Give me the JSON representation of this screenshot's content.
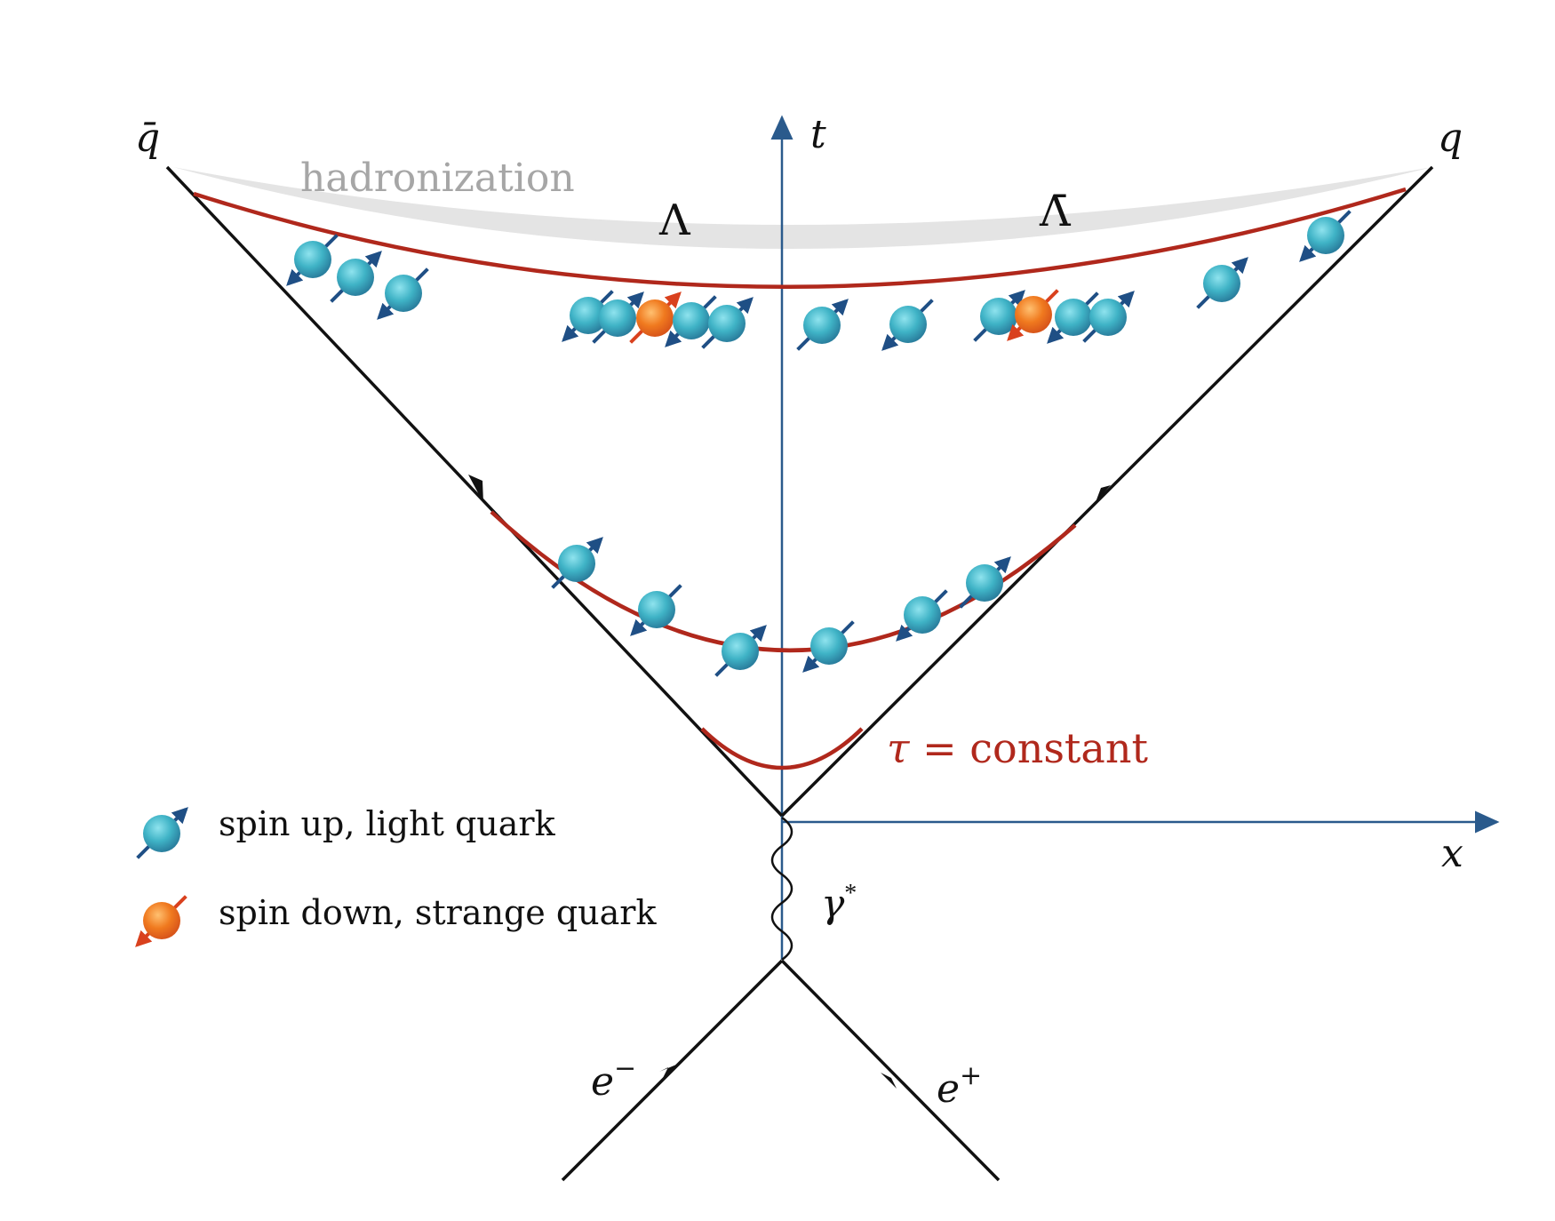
{
  "labels": {
    "qbar": "q̄",
    "q": "q",
    "t_axis": "t",
    "x_axis": "x",
    "hadronization": "hadronization",
    "lambda": "Λ",
    "lambda_bar": "Λ̄",
    "tau": "τ",
    "tau_eq": " = constant",
    "gamma": "γ",
    "gamma_sup": "*",
    "e_minus": "e",
    "e_minus_sup": "−",
    "e_plus": "e",
    "e_plus_sup": "+"
  },
  "legend": [
    {
      "kind": "light",
      "text": "spin up,  light quark"
    },
    {
      "kind": "strange",
      "text": "spin down, strange quark"
    }
  ],
  "colors": {
    "curve": "#b0281c",
    "axis": "#2a5a8c",
    "light_quark": "#3fb3c6",
    "strange_quark": "#f07a1f",
    "spin_up_arrow": "#1f4f85",
    "spin_down_arrow": "#d9411e",
    "hadron_band": "#e4e4e4"
  }
}
